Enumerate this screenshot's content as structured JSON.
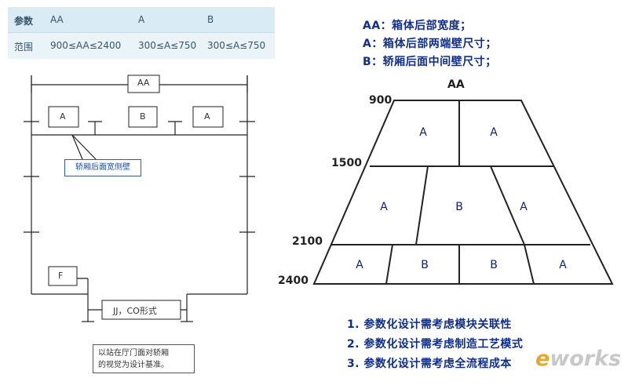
{
  "param_table": {
    "headers": [
      "参数",
      "AA",
      "A",
      "B"
    ],
    "row": [
      "范围",
      "900≤AA≤2400",
      "300≤A≤750",
      "300≤A≤750"
    ]
  },
  "legend": [
    "AA：箱体后部宽度；",
    "A：箱体后部两端壁尺寸；",
    "B：轿厢后面中间壁尺寸；"
  ],
  "left_drawing": {
    "dim_label": "AA",
    "panel_labels": [
      "A",
      "B",
      "A"
    ],
    "callout_text": "轿厢后面宽侧壁",
    "f_label": "F",
    "door_label": "JJ，CO形式",
    "base_note_lines": [
      "以站在厅门面对轿厢",
      "的视觉为设计基准。"
    ]
  },
  "trapezoid": {
    "top_label": "AA",
    "tier_labels": [
      "900",
      "1500",
      "2100",
      "2400"
    ],
    "tier1_zones": [
      "A",
      "A"
    ],
    "tier2_zones": [
      "A",
      "B",
      "A"
    ],
    "tier3_zones": [
      "A",
      "B",
      "B",
      "A"
    ]
  },
  "notes": [
    "1. 参数化设计需考虑模块关联性",
    "2. 参数化设计需考虑制造工艺模式",
    "3. 参数化设计需考虑全流程成本"
  ],
  "watermark": {
    "prefix": "e",
    "text": "works"
  },
  "colors": {
    "note_text": "#0f2e8c",
    "table_header_bg": "#d9ebf4",
    "table_bg": "#eaf3f8"
  }
}
